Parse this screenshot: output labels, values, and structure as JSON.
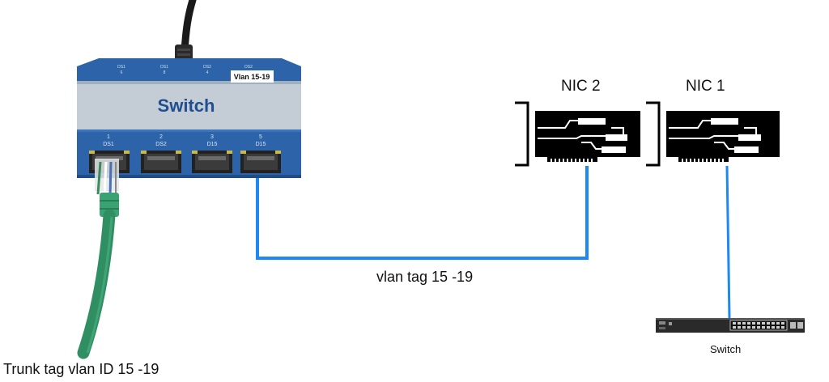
{
  "labels": {
    "nic2": "NIC 2",
    "nic1": "NIC 1",
    "vlan_tag": "vlan tag 15 -19",
    "trunk": "Trunk tag vlan ID 15 -19",
    "switch_small": "Switch"
  },
  "hardware_switch": {
    "brand": "Switch",
    "vlan_badge": "Vlan 15-19",
    "top_ports": [
      {
        "line1": "DS1",
        "line2": "6"
      },
      {
        "line1": "DS1",
        "line2": "8"
      },
      {
        "line1": "DS2",
        "line2": "4"
      },
      {
        "line1": "DS2",
        "line2": ""
      }
    ],
    "ports": [
      {
        "number": "1",
        "label": "DS1"
      },
      {
        "number": "2",
        "label": "DS2"
      },
      {
        "number": "3",
        "label": "D15"
      },
      {
        "number": "5",
        "label": "D15"
      }
    ]
  },
  "colors": {
    "link": "#1e88f5",
    "switch_body": "#2d63a8",
    "switch_panel": "#c4cdd6",
    "brand_text": "#1f4f8f",
    "cable_green": "#2f8f63",
    "nic_black": "#000000"
  }
}
